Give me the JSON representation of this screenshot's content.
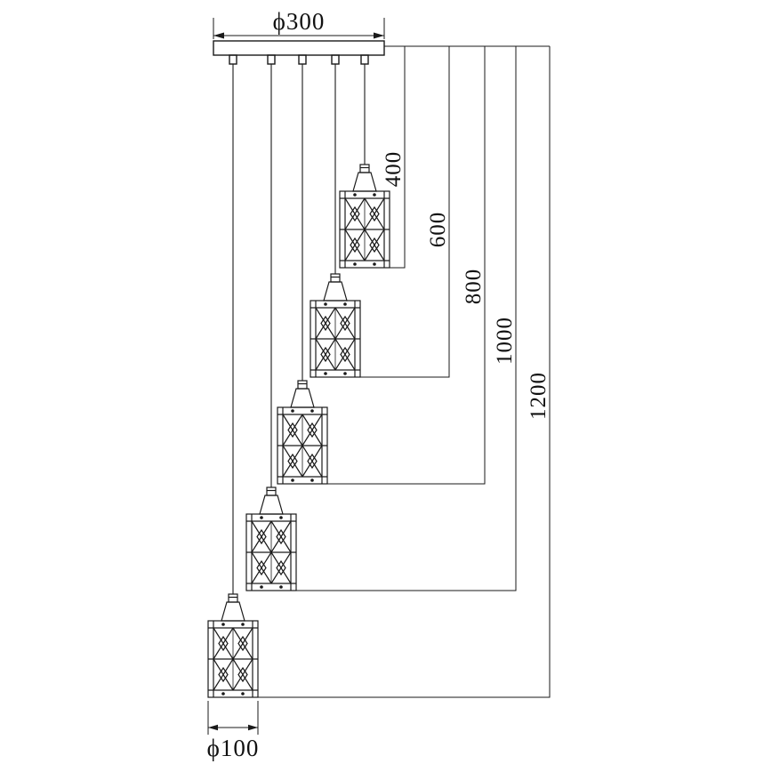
{
  "drawing": {
    "canopy_diameter_label": "ϕ300",
    "shade_diameter_label": "ϕ100",
    "drops": [
      {
        "label": "400"
      },
      {
        "label": "600"
      },
      {
        "label": "800"
      },
      {
        "label": "1000"
      },
      {
        "label": "1200"
      }
    ],
    "line_color": "#1a1a1a"
  }
}
